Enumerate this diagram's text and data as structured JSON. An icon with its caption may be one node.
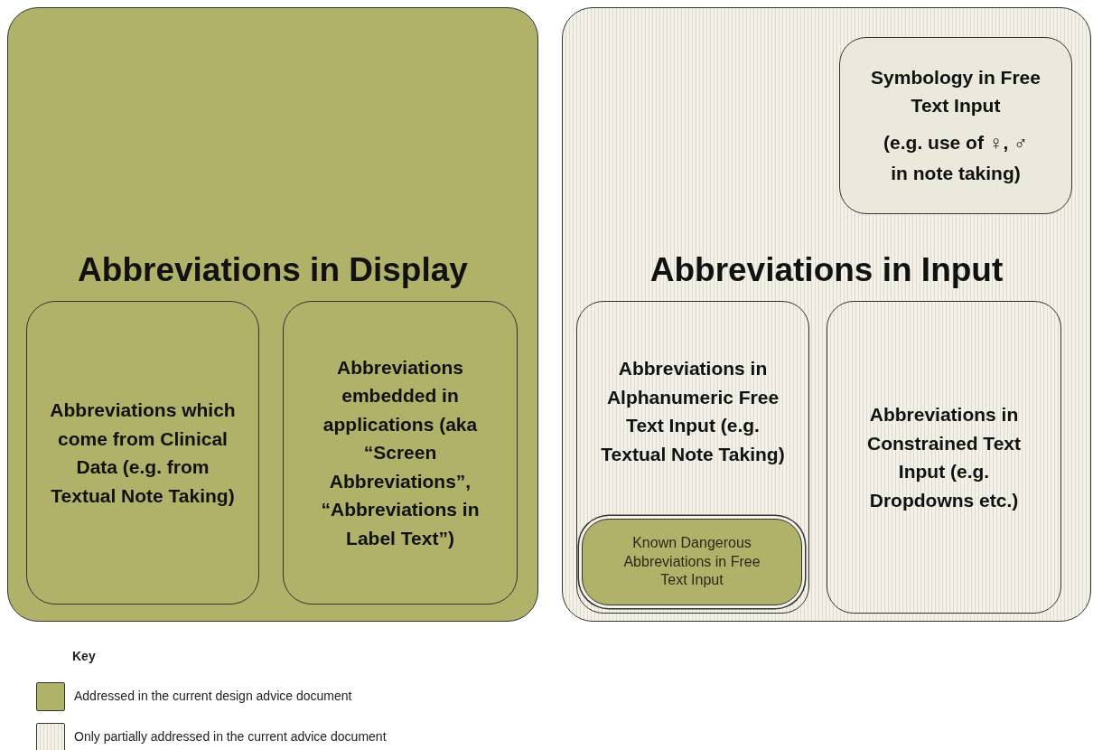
{
  "diagram": {
    "nodes": [
      {
        "text": [
          "Abbreviations in Display"
        ]
      },
      {
        "text": [
          "Abbreviations which come from Clinical Data (e.g. from Textual Note Taking)"
        ],
        "in": 0
      },
      {
        "text": [
          "Abbreviations embedded in applications (aka “Screen Abbreviations”, “Abbreviations in Label Text”)"
        ],
        "in": 0
      },
      {
        "text": [
          "Abbreviations in Input"
        ]
      },
      {
        "text": [
          "Symbology in Free Text Input",
          "(e.g. use of ♀, ♂ in note taking)"
        ],
        "in": 3
      },
      {
        "text": [
          "Abbreviations in Alphanumeric Free Text Input (e.g. Textual Note Taking)"
        ],
        "in": 3
      },
      {
        "text": [
          "Known Dangerous Abbreviations in Free Text Input"
        ],
        "in": 5
      },
      {
        "text": [
          "Abbreviations in Constrained Text Input (e.g. Dropdowns etc.)"
        ],
        "in": 3
      }
    ],
    "labels": [
      "Key"
    ],
    "legend": [
      {
        "text": "Addressed in the current design advice document",
        "color": "#b1b26a"
      },
      {
        "text": "Only partially addressed in the current advice document",
        "color": "#f2f2e8"
      }
    ]
  }
}
